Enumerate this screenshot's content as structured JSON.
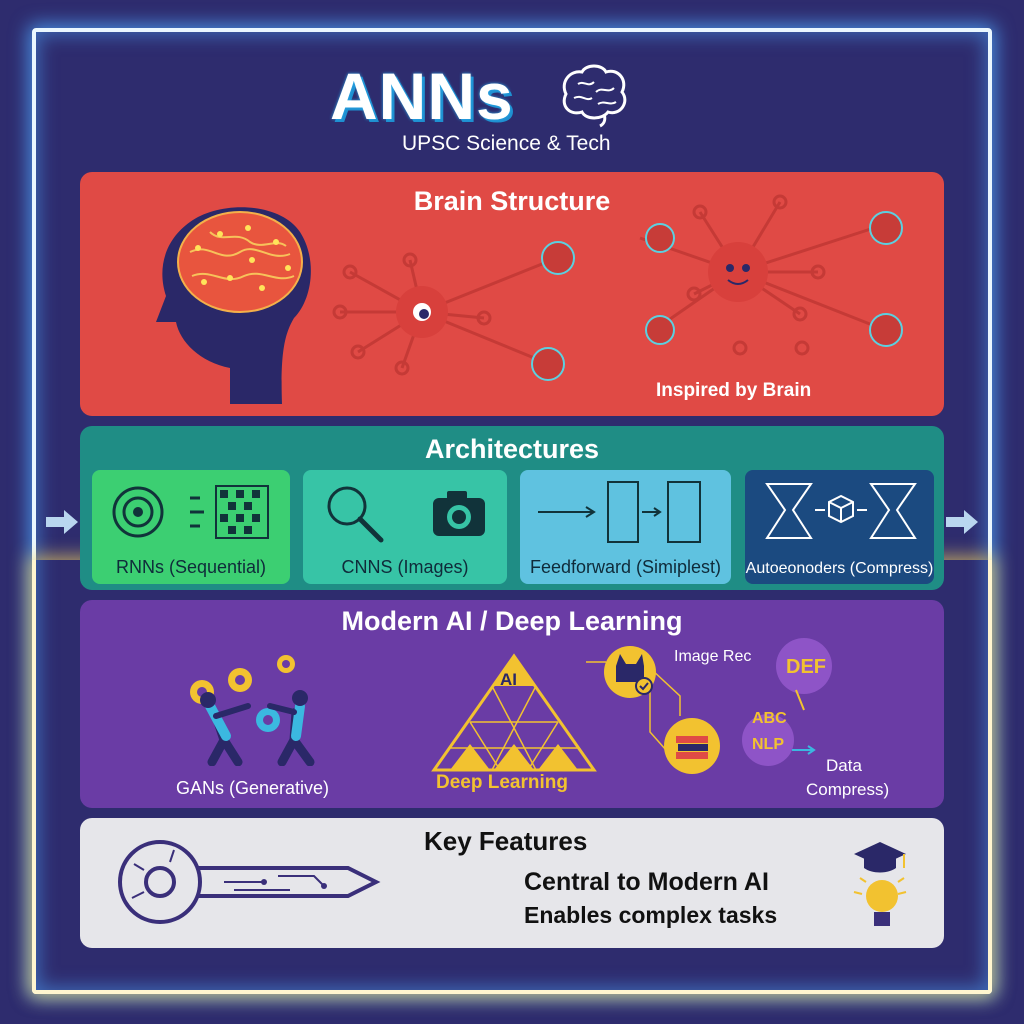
{
  "header": {
    "title": "ANNs",
    "subtitle": "UPSC Science & Tech"
  },
  "brain_section": {
    "title": "Brain Structure",
    "caption": "Inspired by Brain"
  },
  "architectures": {
    "title": "Architectures",
    "cards": [
      {
        "label": "RNNs (Sequential)"
      },
      {
        "label": "CNNS (Images)"
      },
      {
        "label": "Feedforward (Simiplest)"
      },
      {
        "label": "Autoeonoders (Compress)"
      }
    ]
  },
  "modern": {
    "title": "Modern AI / Deep Learning",
    "gans_label": "GANs (Generative)",
    "pyramid_top": "AI",
    "pyramid_label": "Deep Learning",
    "image_rec": "Image Rec",
    "def_bubble": "DEF",
    "abc": "ABC",
    "nlp": "NLP",
    "data_compress_1": "Data",
    "data_compress_2": "Compress)"
  },
  "key_features": {
    "title": "Key Features",
    "line1": "Central to Modern AI",
    "line2": "Enables complex tasks"
  },
  "colors": {
    "background": "#2e2c6e",
    "brain_panel": "#e04a45",
    "arch_panel": "#1f8d85",
    "modern_panel": "#6a3ca5",
    "key_panel": "#e6e6ea",
    "accent_yellow": "#f2c230"
  }
}
